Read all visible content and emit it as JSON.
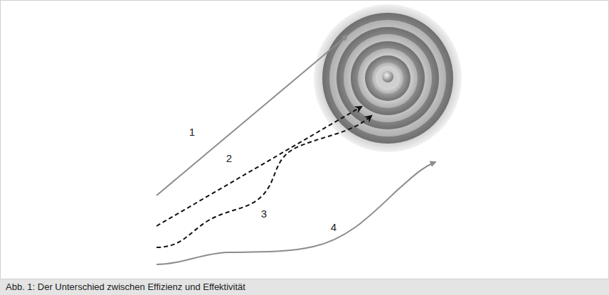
{
  "diagram": {
    "caption": "Abb. 1: Der Unterschied zwischen Effizienz und Effektivität",
    "labels": [
      "1",
      "2",
      "3",
      "4"
    ]
  }
}
